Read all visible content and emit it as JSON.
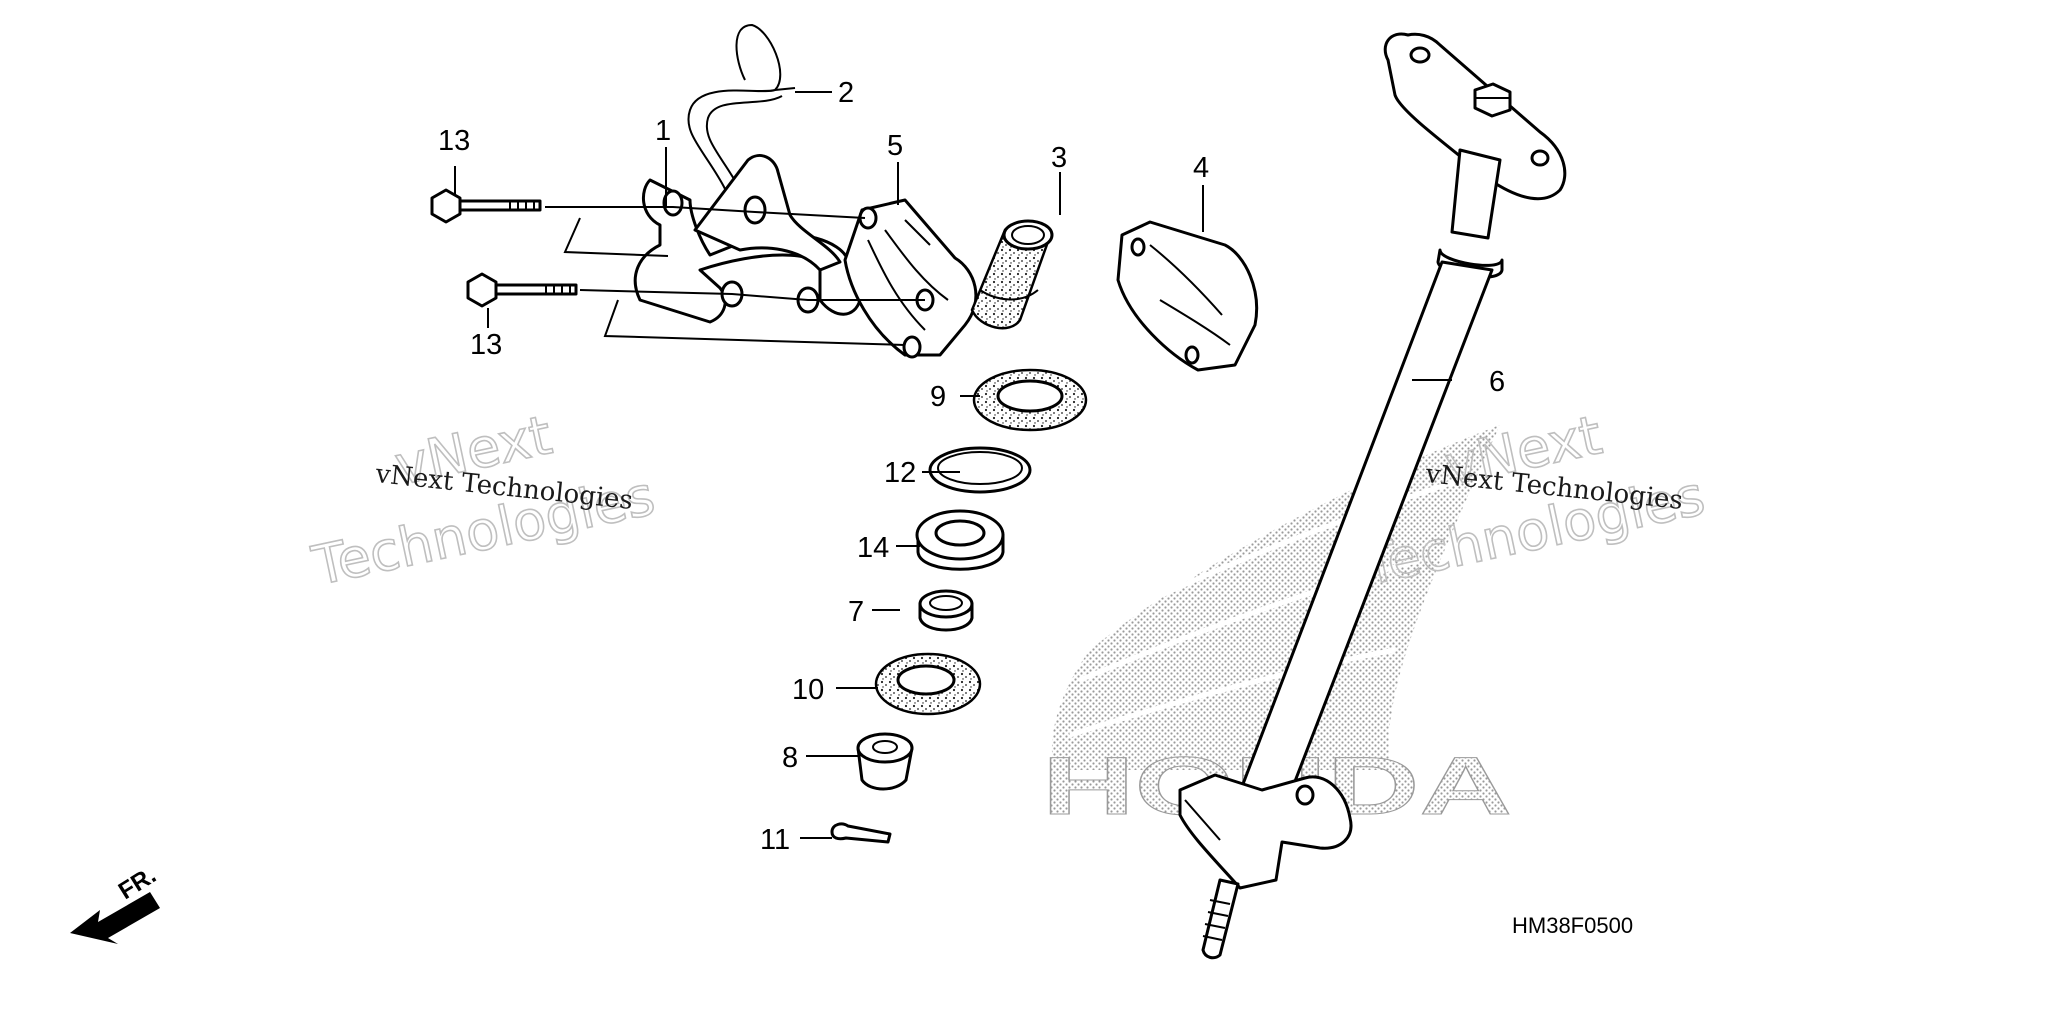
{
  "diagram": {
    "drawing_code": "HM38F0500",
    "front_arrow_label": "FR.",
    "logo_text": "HONDA",
    "watermark": {
      "line_small": "vNext Technologies",
      "big_line1": "vNext",
      "big_line2": "Technologies"
    },
    "callouts": [
      {
        "id": "part-1",
        "label": "1"
      },
      {
        "id": "part-2",
        "label": "2"
      },
      {
        "id": "part-3",
        "label": "3"
      },
      {
        "id": "part-4",
        "label": "4"
      },
      {
        "id": "part-5",
        "label": "5"
      },
      {
        "id": "part-6",
        "label": "6"
      },
      {
        "id": "part-7",
        "label": "7"
      },
      {
        "id": "part-8",
        "label": "8"
      },
      {
        "id": "part-9",
        "label": "9"
      },
      {
        "id": "part-10",
        "label": "10"
      },
      {
        "id": "part-11",
        "label": "11"
      },
      {
        "id": "part-12",
        "label": "12"
      },
      {
        "id": "part-13a",
        "label": "13"
      },
      {
        "id": "part-13b",
        "label": "13"
      },
      {
        "id": "part-14",
        "label": "14"
      }
    ]
  }
}
